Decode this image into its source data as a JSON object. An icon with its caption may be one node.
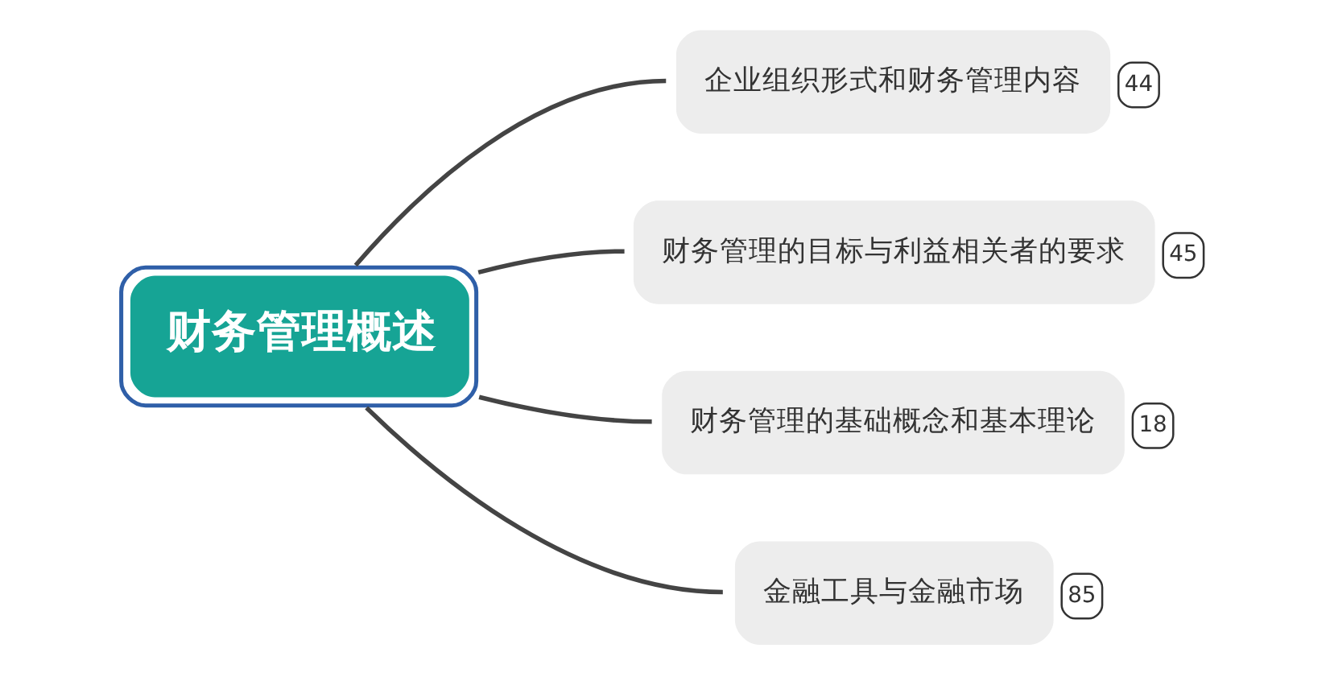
{
  "diagram": {
    "nodes": [
      {
        "text": [
          "财务管理概述"
        ]
      },
      {
        "text": [
          "企业组织形式和财务管理内容"
        ],
        "beside": [
          "44"
        ]
      },
      {
        "text": [
          "财务管理的目标与利益相关者的要求"
        ],
        "beside": [
          "45"
        ]
      },
      {
        "text": [
          "财务管理的基础概念和基本理论"
        ],
        "beside": [
          "18"
        ]
      },
      {
        "text": [
          "金融工具与金融市场"
        ],
        "beside": [
          "85"
        ]
      }
    ],
    "edges": [
      {
        "from": 0,
        "to": 1,
        "arrow": "none"
      },
      {
        "from": 0,
        "to": 2,
        "arrow": "none"
      },
      {
        "from": 0,
        "to": 3,
        "arrow": "none"
      },
      {
        "from": 0,
        "to": 4,
        "arrow": "none"
      }
    ]
  }
}
